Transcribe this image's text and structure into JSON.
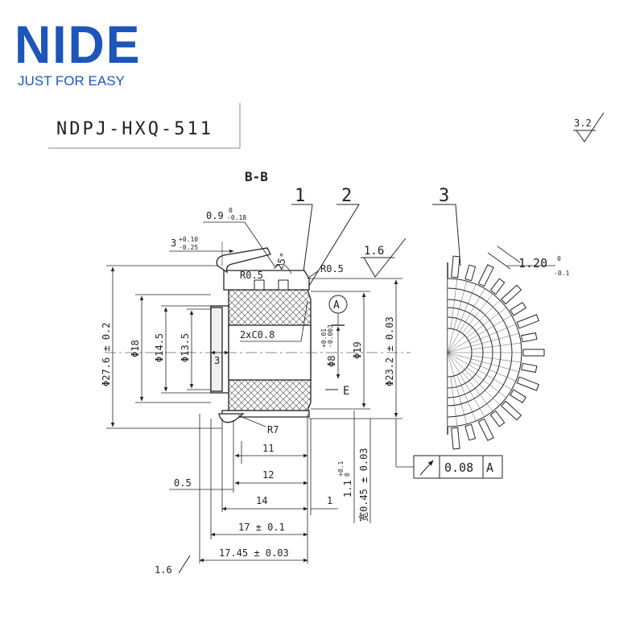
{
  "brand": {
    "logo_text": "NIDE",
    "tagline": "JUST FOR EASY",
    "color": "#1d55b8"
  },
  "title_block": {
    "part_number": "NDPJ-HXQ-511"
  },
  "drawing": {
    "section_label": "B-B",
    "roughness_general": "3.2",
    "roughness_left": "1.6",
    "roughness_bottom": "1.6",
    "callouts": {
      "c1": "1",
      "c2": "2",
      "c3": "3"
    },
    "datum": "A",
    "section_marker": "E",
    "runout": {
      "value": "0.08",
      "datum": "A"
    },
    "dims": {
      "d_outer": "Φ27.6 ± 0.2",
      "d_18": "Φ18",
      "d_14_5": "Φ14.5",
      "d_13_5": "Φ13.5",
      "d_8": "Φ8",
      "d_8_tol_up": "+0.01",
      "d_8_tol_dn": "-0.003",
      "d_19": "Φ19",
      "d_23_2": "Φ23.2 ± 0.03",
      "groove_width": "0.9",
      "groove_tol_up": "0",
      "groove_tol_dn": "-0.18",
      "hook_len": "3",
      "hook_tol_up": "+0.10",
      "hook_tol_dn": "-0.25",
      "angle": "25°",
      "radius_1": "R0.5",
      "radius_2": "R0.5",
      "chamfer": "2xC0.8",
      "depth_3": "3",
      "radius_7": "R7",
      "len_11": "11",
      "len_12": "12",
      "len_14": "14",
      "len_1": "1",
      "len_0_5": "0.5",
      "len_17": "17 ± 0.1",
      "len_17_45": "17.45 ± 0.03",
      "seg_1_1": "1.1",
      "seg_1_1_tol_up": "+0.1",
      "seg_1_1_tol_dn": "0",
      "slot_0_45": "宽0.45 ± 0.03",
      "bar_thickness": "1.20",
      "bar_tol_up": "0",
      "bar_tol_dn": "-0.1"
    }
  }
}
